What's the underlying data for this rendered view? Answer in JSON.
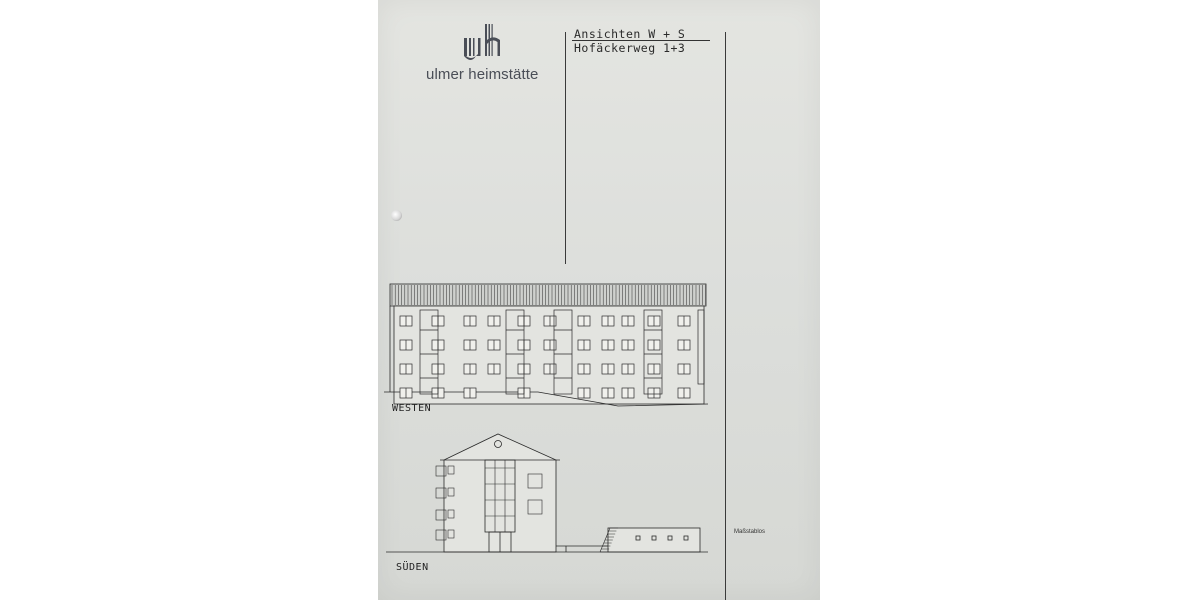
{
  "logo": {
    "text": "ulmer heimstätte",
    "icon": "uh-monogram-icon"
  },
  "title_block": {
    "line1": "Ansichten W + S",
    "line2": "Hofäckerweg 1+3"
  },
  "elevations": {
    "west_label": "WESTEN",
    "south_label": "SÜDEN"
  },
  "scale_note": "Maßstablos",
  "colors": {
    "paper": "#dcdedb",
    "ink": "#2a2a2a",
    "logo": "#4a4e57"
  }
}
